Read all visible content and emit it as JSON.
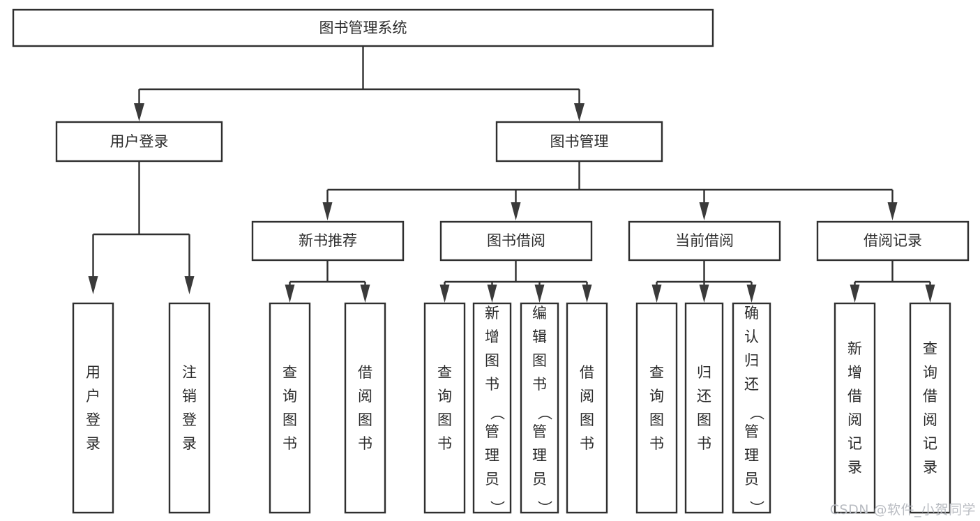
{
  "diagram": {
    "type": "tree-hierarchy-chart",
    "title": "图书管理系统",
    "watermark": "CSDN @软件_小贺同学",
    "colors": {
      "background": "#ffffff",
      "box_fill": "#ffffff",
      "box_stroke": "#2f2f2f",
      "connector": "#2f2f2f",
      "arrow": "#3a3a3a",
      "text": "#2b2b2b",
      "watermark_text": "#b9bcc2"
    },
    "levels": {
      "level1": [
        {
          "id": "root",
          "label": "图书管理系统",
          "orientation": "horizontal"
        }
      ],
      "level2": [
        {
          "id": "user-login",
          "label": "用户登录",
          "orientation": "horizontal",
          "parent": "root"
        },
        {
          "id": "book-manage",
          "label": "图书管理",
          "orientation": "horizontal",
          "parent": "root"
        }
      ],
      "level3": [
        {
          "id": "new-book-rec",
          "label": "新书推荐",
          "orientation": "horizontal",
          "parent": "book-manage"
        },
        {
          "id": "book-borrow",
          "label": "图书借阅",
          "orientation": "horizontal",
          "parent": "book-manage"
        },
        {
          "id": "current-borrow",
          "label": "当前借阅",
          "orientation": "horizontal",
          "parent": "book-manage"
        },
        {
          "id": "borrow-record",
          "label": "借阅记录",
          "orientation": "horizontal",
          "parent": "book-manage"
        }
      ],
      "level4": [
        {
          "id": "leaf-user-login",
          "label": "用户登录",
          "orientation": "vertical",
          "parent": "user-login"
        },
        {
          "id": "leaf-user-logout",
          "label": "注销登录",
          "orientation": "vertical",
          "parent": "user-login"
        },
        {
          "id": "leaf-query-book-1",
          "label": "查询图书",
          "orientation": "vertical",
          "parent": "new-book-rec"
        },
        {
          "id": "leaf-borrow-book-1",
          "label": "借阅图书",
          "orientation": "vertical",
          "parent": "new-book-rec"
        },
        {
          "id": "leaf-query-book-2",
          "label": "查询图书",
          "orientation": "vertical",
          "parent": "book-borrow"
        },
        {
          "id": "leaf-add-book",
          "label": "新增图书（管理员）",
          "orientation": "vertical",
          "parent": "book-borrow"
        },
        {
          "id": "leaf-edit-book",
          "label": "编辑图书（管理员）",
          "orientation": "vertical",
          "parent": "book-borrow"
        },
        {
          "id": "leaf-borrow-book-2",
          "label": "借阅图书",
          "orientation": "vertical",
          "parent": "book-borrow"
        },
        {
          "id": "leaf-query-book-3",
          "label": "查询图书",
          "orientation": "vertical",
          "parent": "current-borrow"
        },
        {
          "id": "leaf-return-book",
          "label": "归还图书",
          "orientation": "vertical",
          "parent": "current-borrow"
        },
        {
          "id": "leaf-confirm-return",
          "label": "确认归还（管理员）",
          "orientation": "vertical",
          "parent": "current-borrow"
        },
        {
          "id": "leaf-add-record",
          "label": "新增借阅记录",
          "orientation": "vertical",
          "parent": "borrow-record"
        },
        {
          "id": "leaf-query-record",
          "label": "查询借阅记录",
          "orientation": "vertical",
          "parent": "borrow-record"
        }
      ]
    }
  }
}
